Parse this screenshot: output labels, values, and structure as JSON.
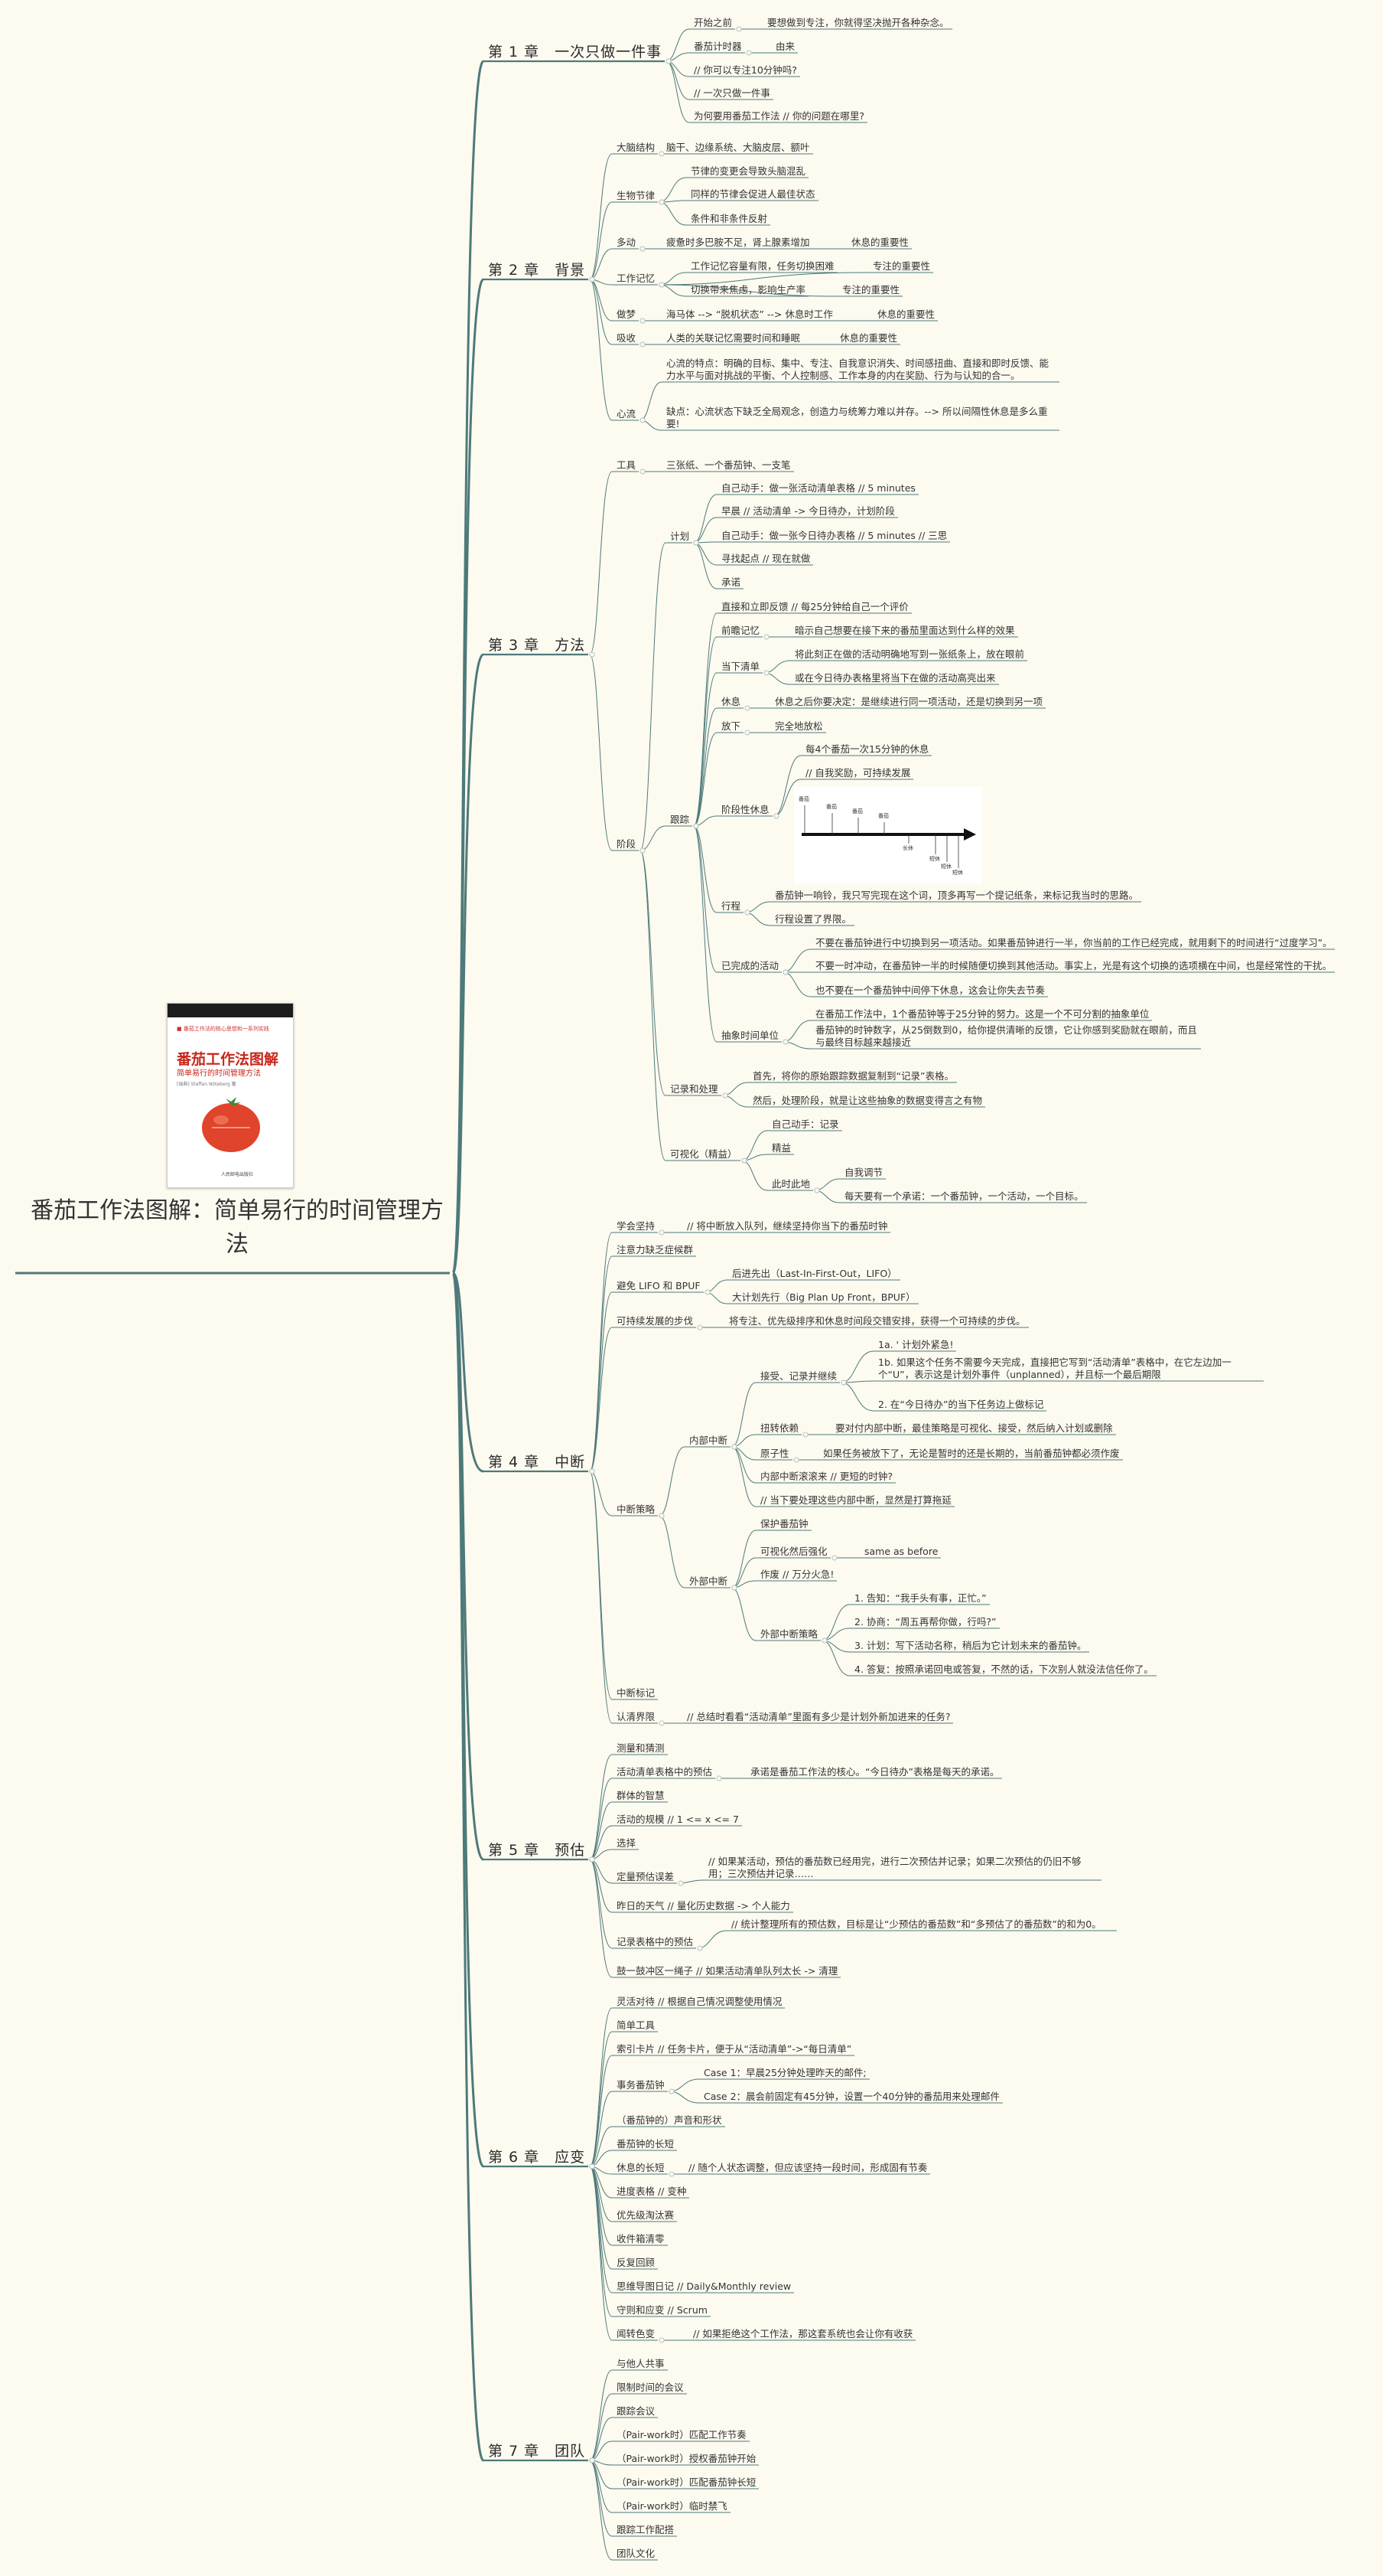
{
  "root": {
    "title": "番茄工作法图解：简单易行的时间管理方法",
    "book": {
      "series": "■ 番茄工作法的核心思想和一系列实践",
      "title": "番茄工作法图解",
      "subtitle": "简单易行的时间管理方法",
      "author": "[瑞典] Staffan Nöteberg 著",
      "publisher": "人民邮电出版社"
    }
  },
  "nodes": [
    {
      "id": "c1",
      "t": "第 1 章　一次只做一件事"
    },
    {
      "id": "c1a",
      "t": "开始之前"
    },
    {
      "id": "c1a1",
      "t": "要想做到专注，你就得坚决抛开各种杂念。"
    },
    {
      "id": "c1b",
      "t": "番茄计时器"
    },
    {
      "id": "c1b1",
      "t": "由来"
    },
    {
      "id": "c1c",
      "t": "// 你可以专注10分钟吗?"
    },
    {
      "id": "c1d",
      "t": "// 一次只做一件事"
    },
    {
      "id": "c1e",
      "t": "为何要用番茄工作法 // 你的问题在哪里?"
    },
    {
      "id": "c2",
      "t": "第 2 章　背景"
    },
    {
      "id": "c2a",
      "t": "大脑结构"
    },
    {
      "id": "c2a1",
      "t": "脑干、边缘系统、大脑皮层、额叶"
    },
    {
      "id": "c2b",
      "t": "生物节律"
    },
    {
      "id": "c2b1",
      "t": "节律的变更会导致头脑混乱"
    },
    {
      "id": "c2b2",
      "t": "同样的节律会促进人最佳状态"
    },
    {
      "id": "c2b3",
      "t": "条件和非条件反射"
    },
    {
      "id": "c2c",
      "t": "多动"
    },
    {
      "id": "c2c1",
      "t": "疲惫时多巴胺不足，肾上腺素增加"
    },
    {
      "id": "c2c2",
      "t": "休息的重要性"
    },
    {
      "id": "c2d",
      "t": "工作记忆"
    },
    {
      "id": "c2d1",
      "t": "工作记忆容量有限，任务切换困难"
    },
    {
      "id": "c2d2",
      "t": "专注的重要性"
    },
    {
      "id": "c2d3",
      "t": "切换带来焦虑，影响生产率"
    },
    {
      "id": "c2d4",
      "t": "专注的重要性"
    },
    {
      "id": "c2e",
      "t": "做梦"
    },
    {
      "id": "c2e1",
      "t": "海马体 --> “脱机状态” --> 休息时工作"
    },
    {
      "id": "c2e2",
      "t": "休息的重要性"
    },
    {
      "id": "c2f",
      "t": "吸收"
    },
    {
      "id": "c2f1",
      "t": "人类的关联记忆需要时间和睡眠"
    },
    {
      "id": "c2f2",
      "t": "休息的重要性"
    },
    {
      "id": "c2g",
      "t": "心流"
    },
    {
      "id": "c2g1",
      "t": "心流的特点：明确的目标、集中、专注、自我意识消失、时间感扭曲、直接和即时反馈、能力水平与面对挑战的平衡、个人控制感、工作本身的内在奖励、行为与认知的合一。"
    },
    {
      "id": "c2g2",
      "t": "缺点：心流状态下缺乏全局观念，创造力与统筹力难以并存。--> 所以间隔性休息是多么重要!"
    },
    {
      "id": "c3",
      "t": "第 3 章　方法"
    },
    {
      "id": "c3a",
      "t": "工具"
    },
    {
      "id": "c3a1",
      "t": "三张纸、一个番茄钟、一支笔"
    },
    {
      "id": "c3b",
      "t": "阶段"
    },
    {
      "id": "c3b1",
      "t": "计划"
    },
    {
      "id": "c3b1a",
      "t": "自己动手：做一张活动清单表格 // 5 minutes"
    },
    {
      "id": "c3b1b",
      "t": "早晨 // 活动清单 -> 今日待办，计划阶段"
    },
    {
      "id": "c3b1c",
      "t": "自己动手：做一张今日待办表格 // 5 minutes // 三思"
    },
    {
      "id": "c3b1d",
      "t": "寻找起点 // 现在就做"
    },
    {
      "id": "c3b1e",
      "t": "承诺"
    },
    {
      "id": "c3b2",
      "t": "跟踪"
    },
    {
      "id": "c3b2a",
      "t": "直接和立即反馈 // 每25分钟给自己一个评价"
    },
    {
      "id": "c3b2b",
      "t": "前瞻记忆"
    },
    {
      "id": "c3b2b1",
      "t": "暗示自己想要在接下来的番茄里面达到什么样的效果"
    },
    {
      "id": "c3b2c",
      "t": "当下清单"
    },
    {
      "id": "c3b2c1",
      "t": "将此刻正在做的活动明确地写到一张纸条上，放在眼前"
    },
    {
      "id": "c3b2c2",
      "t": "或在今日待办表格里将当下在做的活动高亮出来"
    },
    {
      "id": "c3b2d",
      "t": "休息"
    },
    {
      "id": "c3b2d1",
      "t": "休息之后你要决定：是继续进行同一项活动，还是切换到另一项"
    },
    {
      "id": "c3b2e",
      "t": "放下"
    },
    {
      "id": "c3b2e1",
      "t": "完全地放松"
    },
    {
      "id": "c3b2f",
      "t": "阶段性休息"
    },
    {
      "id": "c3b2f1",
      "t": "每4个番茄一次15分钟的休息"
    },
    {
      "id": "c3b2f2",
      "t": "// 自我奖励，可持续发展"
    },
    {
      "id": "c3b2g",
      "t": "行程"
    },
    {
      "id": "c3b2g1",
      "t": "番茄钟一响铃，我只写完现在这个词，顶多再写一个提记纸条，来标记我当时的思路。"
    },
    {
      "id": "c3b2g2",
      "t": "行程设置了界限。"
    },
    {
      "id": "c3b2h",
      "t": "已完成的活动"
    },
    {
      "id": "c3b2h1",
      "t": "不要在番茄钟进行中切换到另一项活动。如果番茄钟进行一半，你当前的工作已经完成，就用剩下的时间进行“过度学习”。"
    },
    {
      "id": "c3b2h2",
      "t": "不要一时冲动，在番茄钟一半的时候随便切换到其他活动。事实上，光是有这个切换的选项横在中间，也是经常性的干扰。"
    },
    {
      "id": "c3b2h3",
      "t": "也不要在一个番茄钟中间停下休息，这会让你失去节奏"
    },
    {
      "id": "c3b2i",
      "t": "抽象时间单位"
    },
    {
      "id": "c3b2i1",
      "t": "在番茄工作法中，1个番茄钟等于25分钟的努力。这是一个不可分割的抽象单位"
    },
    {
      "id": "c3b2i2",
      "t": "番茄钟的时钟数字，从25倒数到0，给你提供清晰的反馈，它让你感到奖励就在眼前，而且与最终目标越来越接近"
    },
    {
      "id": "c3b3",
      "t": "记录和处理"
    },
    {
      "id": "c3b3a",
      "t": "首先，将你的原始跟踪数据复制到“记录”表格。"
    },
    {
      "id": "c3b3b",
      "t": "然后，处理阶段，就是让这些抽象的数据变得言之有物"
    },
    {
      "id": "c3b4",
      "t": "可视化（精益）"
    },
    {
      "id": "c3b4a",
      "t": "自己动手：记录"
    },
    {
      "id": "c3b4b",
      "t": "精益"
    },
    {
      "id": "c3b4c",
      "t": "此时此地"
    },
    {
      "id": "c3b4c1",
      "t": "自我调节"
    },
    {
      "id": "c3b4c2",
      "t": "每天要有一个承诺：一个番茄钟，一个活动，一个目标。"
    },
    {
      "id": "c4",
      "t": "第 4 章　中断"
    },
    {
      "id": "c4a",
      "t": "学会坚持"
    },
    {
      "id": "c4a1",
      "t": "// 将中断放入队列，继续坚持你当下的番茄时钟"
    },
    {
      "id": "c4b",
      "t": "注意力缺乏症候群"
    },
    {
      "id": "c4c",
      "t": "避免 LIFO 和 BPUF"
    },
    {
      "id": "c4c1",
      "t": "后进先出（Last-In-First-Out，LIFO）"
    },
    {
      "id": "c4c2",
      "t": "大计划先行（Big Plan Up Front，BPUF）"
    },
    {
      "id": "c4d",
      "t": "可持续发展的步伐"
    },
    {
      "id": "c4d1",
      "t": "将专注、优先级排序和休息时间段交错安排，获得一个可持续的步伐。"
    },
    {
      "id": "c4e",
      "t": "中断策略"
    },
    {
      "id": "c4e1",
      "t": "内部中断"
    },
    {
      "id": "c4e1a",
      "t": "接受、记录并继续"
    },
    {
      "id": "c4e1a1",
      "t": "1a. ' 计划外紧急!"
    },
    {
      "id": "c4e1a2",
      "t": "1b. 如果这个任务不需要今天完成，直接把它写到“活动清单”表格中，在它左边加一个“U”，表示这是计划外事件（unplanned），并且标一个最后期限"
    },
    {
      "id": "c4e1a3",
      "t": "2. 在“今日待办”的当下任务边上做标记"
    },
    {
      "id": "c4e1b",
      "t": "扭转依赖"
    },
    {
      "id": "c4e1b1",
      "t": "要对付内部中断，最佳策略是可视化、接受，然后纳入计划或删除"
    },
    {
      "id": "c4e1c",
      "t": "原子性"
    },
    {
      "id": "c4e1c1",
      "t": "如果任务被放下了，无论是暂时的还是长期的，当前番茄钟都必须作废"
    },
    {
      "id": "c4e1d",
      "t": "内部中断滚滚来 // 更短的时钟?"
    },
    {
      "id": "c4e1e",
      "t": "// 当下要处理这些内部中断，显然是打算拖延"
    },
    {
      "id": "c4e2",
      "t": "外部中断"
    },
    {
      "id": "c4e2a",
      "t": "保护番茄钟"
    },
    {
      "id": "c4e2b",
      "t": "可视化然后强化"
    },
    {
      "id": "c4e2b1",
      "t": "same as before"
    },
    {
      "id": "c4e2c",
      "t": "作废 // 万分火急!"
    },
    {
      "id": "c4e2d",
      "t": "外部中断策略"
    },
    {
      "id": "c4e2d1",
      "t": "1. 告知：“我手头有事，正忙。”"
    },
    {
      "id": "c4e2d2",
      "t": "2. 协商：“周五再帮你做，行吗?”"
    },
    {
      "id": "c4e2d3",
      "t": "3. 计划：写下活动名称，稍后为它计划未来的番茄钟。"
    },
    {
      "id": "c4e2d4",
      "t": "4. 答复：按照承诺回电或答复，不然的话，下次别人就没法信任你了。"
    },
    {
      "id": "c4f",
      "t": "中断标记"
    },
    {
      "id": "c4g",
      "t": "认清界限"
    },
    {
      "id": "c4g1",
      "t": "// 总结时看看“活动清单”里面有多少是计划外新加进来的任务?"
    },
    {
      "id": "c5",
      "t": "第 5 章　预估"
    },
    {
      "id": "c5a",
      "t": "测量和猜测"
    },
    {
      "id": "c5b",
      "t": "活动清单表格中的预估"
    },
    {
      "id": "c5b1",
      "t": "承诺是番茄工作法的核心。“今日待办”表格是每天的承诺。"
    },
    {
      "id": "c5c",
      "t": "群体的智慧"
    },
    {
      "id": "c5d",
      "t": "活动的规模 // 1 <= x <= 7"
    },
    {
      "id": "c5e",
      "t": "选择"
    },
    {
      "id": "c5f",
      "t": "定量预估误差"
    },
    {
      "id": "c5f1",
      "t": "// 如果某活动，预估的番茄数已经用完，进行二次预估并记录；如果二次预估的仍旧不够用；三次预估并记录……"
    },
    {
      "id": "c5g",
      "t": "昨日的天气 // 量化历史数据 -> 个人能力"
    },
    {
      "id": "c5h",
      "t": "记录表格中的预估"
    },
    {
      "id": "c5h1",
      "t": "// 统计整理所有的预估数，目标是让“少预估的番茄数”和“多预估了的番茄数”的和为0。"
    },
    {
      "id": "c5i",
      "t": "鼓一鼓冲区一绳子 // 如果活动清单队列太长 -> 清理"
    },
    {
      "id": "c6",
      "t": "第 6 章　应变"
    },
    {
      "id": "c6a",
      "t": "灵活对待 // 根据自己情况调整使用情况"
    },
    {
      "id": "c6b",
      "t": "简单工具"
    },
    {
      "id": "c6c",
      "t": "索引卡片 // 任务卡片，便于从“活动清单”->“每日清单”"
    },
    {
      "id": "c6d",
      "t": "事务番茄钟"
    },
    {
      "id": "c6d1",
      "t": "Case 1：早晨25分钟处理昨天的邮件;"
    },
    {
      "id": "c6d2",
      "t": "Case 2：晨会前固定有45分钟，设置一个40分钟的番茄用来处理邮件"
    },
    {
      "id": "c6e",
      "t": "（番茄钟的）声音和形状"
    },
    {
      "id": "c6f",
      "t": "番茄钟的长短"
    },
    {
      "id": "c6g",
      "t": "休息的长短"
    },
    {
      "id": "c6g1",
      "t": "// 随个人状态调整，但应该坚持一段时间，形成固有节奏"
    },
    {
      "id": "c6h",
      "t": "进度表格 // 变种"
    },
    {
      "id": "c6i",
      "t": "优先级淘汰赛"
    },
    {
      "id": "c6j",
      "t": "收件箱清零"
    },
    {
      "id": "c6k",
      "t": "反复回顾"
    },
    {
      "id": "c6l",
      "t": "思维导图日记 // Daily&Monthly review"
    },
    {
      "id": "c6m",
      "t": "守则和应变 // Scrum"
    },
    {
      "id": "c6n",
      "t": "闻转色变"
    },
    {
      "id": "c6n1",
      "t": "// 如果拒绝这个工作法，那这套系统也会让你有收获"
    },
    {
      "id": "c7",
      "t": "第 7 章　团队"
    },
    {
      "id": "c7a",
      "t": "与他人共事"
    },
    {
      "id": "c7b",
      "t": "限制时间的会议"
    },
    {
      "id": "c7c",
      "t": "跟踪会议"
    },
    {
      "id": "c7d",
      "t": "（Pair-work时）匹配工作节奏"
    },
    {
      "id": "c7e",
      "t": "（Pair-work时）授权番茄钟开始"
    },
    {
      "id": "c7f",
      "t": "（Pair-work时）匹配番茄钟长短"
    },
    {
      "id": "c7g",
      "t": "（Pair-work时）临时禁飞"
    },
    {
      "id": "c7h",
      "t": "跟踪工作配搭"
    },
    {
      "id": "c7i",
      "t": "团队文化"
    }
  ],
  "chart": {
    "labels": [
      "番茄",
      "番茄",
      "番茄",
      "番茄",
      "长休",
      "短休",
      "短休",
      "短休"
    ]
  },
  "colors": {
    "line": "#4d7a7a",
    "text": "#333333",
    "bg": "#fdfaf0",
    "accent": "#c8261b"
  }
}
